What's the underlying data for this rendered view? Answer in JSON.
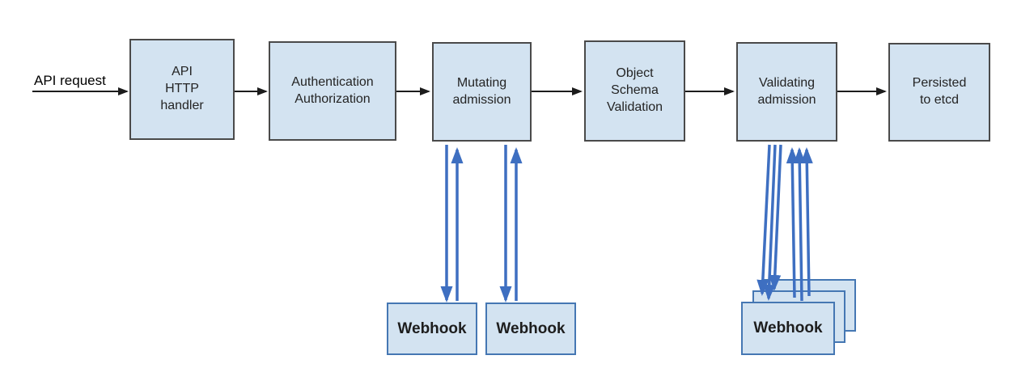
{
  "diagram": {
    "request_label": "API request",
    "nodes": [
      {
        "id": "api-http-handler",
        "label": "API\nHTTP\nhandler"
      },
      {
        "id": "authentication-authorization",
        "label": "Authentication\nAuthorization"
      },
      {
        "id": "mutating-admission",
        "label": "Mutating\nadmission"
      },
      {
        "id": "object-schema-validation",
        "label": "Object\nSchema\nValidation"
      },
      {
        "id": "validating-admission",
        "label": "Validating\nadmission"
      },
      {
        "id": "persisted-to-etcd",
        "label": "Persisted\nto etcd"
      }
    ],
    "mutating_webhooks": [
      {
        "label": "Webhook"
      },
      {
        "label": "Webhook"
      }
    ],
    "validating_webhook_stack": {
      "label": "Webhook",
      "stacked_count": 3
    },
    "connections": [
      {
        "from": "API request",
        "to": "API HTTP handler",
        "style": "black-arrow"
      },
      {
        "from": "API HTTP handler",
        "to": "Authentication Authorization",
        "style": "black-arrow"
      },
      {
        "from": "Authentication Authorization",
        "to": "Mutating admission",
        "style": "black-arrow"
      },
      {
        "from": "Mutating admission",
        "to": "Object Schema Validation",
        "style": "black-arrow"
      },
      {
        "from": "Object Schema Validation",
        "to": "Validating admission",
        "style": "black-arrow"
      },
      {
        "from": "Validating admission",
        "to": "Persisted to etcd",
        "style": "black-arrow"
      },
      {
        "from": "Mutating admission",
        "to": "Webhook (left)",
        "style": "blue-bidirectional-arrows"
      },
      {
        "from": "Mutating admission",
        "to": "Webhook (right)",
        "style": "blue-bidirectional-arrows"
      },
      {
        "from": "Validating admission",
        "to": "Webhook stack",
        "style": "blue-triple-bidirectional-arrows"
      }
    ],
    "colors": {
      "node_fill": "#d3e3f1",
      "node_border": "#4a4a4a",
      "webhook_border": "#4577b3",
      "flow_arrow": "#1c1c1c",
      "webhook_arrow": "#3e6fc1"
    }
  }
}
